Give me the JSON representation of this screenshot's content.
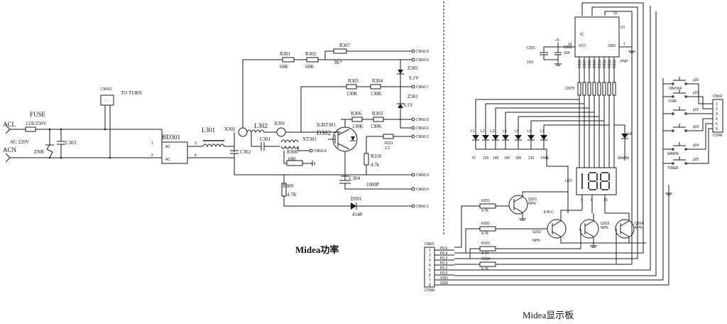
{
  "power_board": {
    "title": "Midea功率",
    "mains": {
      "line": "ACL",
      "neutral": "ACN",
      "voltage": "AC 220V",
      "fuse": "FUSE",
      "fuse_rating": "12A/250V",
      "znr": "ZNR",
      "c303": "C303"
    },
    "cn301": {
      "ref": "CN301",
      "label": "TO TURN"
    },
    "bridge": {
      "ref": "BD301",
      "pin_ac": "AC",
      "pins": [
        "1",
        "2",
        "3",
        "4"
      ]
    },
    "inductors": {
      "l301": "L301",
      "l302": "L302"
    },
    "coils": {
      "x302": "X302",
      "x301": "X301",
      "xt301": "XT301"
    },
    "caps": {
      "c301": "C301",
      "c302": "C302",
      "c304": "C304",
      "c304_value": "1000P"
    },
    "resistors": [
      {
        "ref": "R301",
        "value": "68K"
      },
      {
        "ref": "R302",
        "value": "68K"
      },
      {
        "ref": "R307",
        "value": "3K*"
      },
      {
        "ref": "R305",
        "value": "130K"
      },
      {
        "ref": "R304",
        "value": "130K"
      },
      {
        "ref": "R306",
        "value": "130K"
      },
      {
        "ref": "R303",
        "value": "130K"
      },
      {
        "ref": "R308",
        "value": "680"
      },
      {
        "ref": "R309",
        "value": "4.7K"
      },
      {
        "ref": "R310",
        "value": "4.7k"
      },
      {
        "ref": "R311",
        "value": "2.2"
      }
    ],
    "zeners": [
      {
        "ref": "Z302",
        "value": "9.1V"
      },
      {
        "ref": "Z301",
        "value": "9.1V"
      }
    ],
    "igbt": {
      "ref": "IGBT301",
      "diode": "D302"
    },
    "diode": {
      "ref": "D301",
      "value": "4148"
    },
    "connector_pins": [
      "CNN3.9",
      "CNN3.5",
      "CNN3.7",
      "CNN3.8",
      "CNN3.6",
      "CNN3.2",
      "CNN3.4",
      "CNN3.3",
      "CNN3.4",
      "CNN3.1"
    ]
  },
  "display_board": {
    "title": "Midea显示板",
    "ic": {
      "ref": "U1",
      "vcc": "VCC",
      "gnd": "GND",
      "pnp": "PNP",
      "pin14": "14",
      "pin7": "7",
      "top": "15",
      "side": "IC"
    },
    "supply": {
      "v": "+5",
      "c201": "C201",
      "c201_value": "10U",
      "c202": "C202",
      "c202_value": "104"
    },
    "res_network_label": "220*8",
    "res_network": [
      "R206",
      "R207",
      "R208",
      "R209",
      "R210",
      "R211",
      "R212",
      "R213"
    ],
    "leds": [
      {
        "ref": "L1",
        "value": "70"
      },
      {
        "ref": "L2",
        "value": "120"
      },
      {
        "ref": "L3",
        "value": "140"
      },
      {
        "ref": "L4",
        "value": "160"
      },
      {
        "ref": "L5",
        "value": "180"
      },
      {
        "ref": "L6",
        "value": "210"
      },
      {
        "ref": "L7",
        "value": "FIRE"
      },
      {
        "ref": "L8",
        "value": "WARM"
      }
    ],
    "display": {
      "label": "LED",
      "digits": "188",
      "pins": [
        "9",
        "8",
        "10"
      ]
    },
    "transistors": [
      {
        "ref": "Q201",
        "type": "NPN"
      },
      {
        "ref": "Q202",
        "type": "NPN",
        "note": "E-B-C"
      },
      {
        "ref": "Q203",
        "type": "NPN"
      },
      {
        "ref": "Q204",
        "type": "NPN"
      }
    ],
    "base_resistors": [
      {
        "ref": "R201",
        "value": "4.7K"
      },
      {
        "ref": "R202",
        "value": "4.7K"
      },
      {
        "ref": "R203",
        "value": "4.7K"
      },
      {
        "ref": "R204",
        "value": "4.7K"
      }
    ],
    "cnn1": {
      "ref": "CNN1",
      "foot": "CON8",
      "pins": [
        "1",
        "2",
        "3",
        "4",
        "5",
        "6",
        "7",
        "8"
      ],
      "signals": [
        "P0.5",
        "P0.4",
        "P0.3",
        "P0.2",
        "P0.1",
        "P0.0",
        "VDD",
        "GND"
      ]
    },
    "cnn2": {
      "ref": "CNN2",
      "foot": "CON6",
      "pins": [
        "1",
        "2",
        "3",
        "4",
        "5",
        "6"
      ]
    },
    "switches": [
      {
        "ref": "p20",
        "label": "ON/OFF"
      },
      {
        "ref": "p21",
        "label": "FIRE"
      },
      {
        "ref": "p22",
        "label": ""
      },
      {
        "ref": "p23",
        "label": ""
      },
      {
        "ref": "p24",
        "label": "WARM"
      },
      {
        "ref": "p25",
        "label": "TIMER"
      }
    ]
  }
}
